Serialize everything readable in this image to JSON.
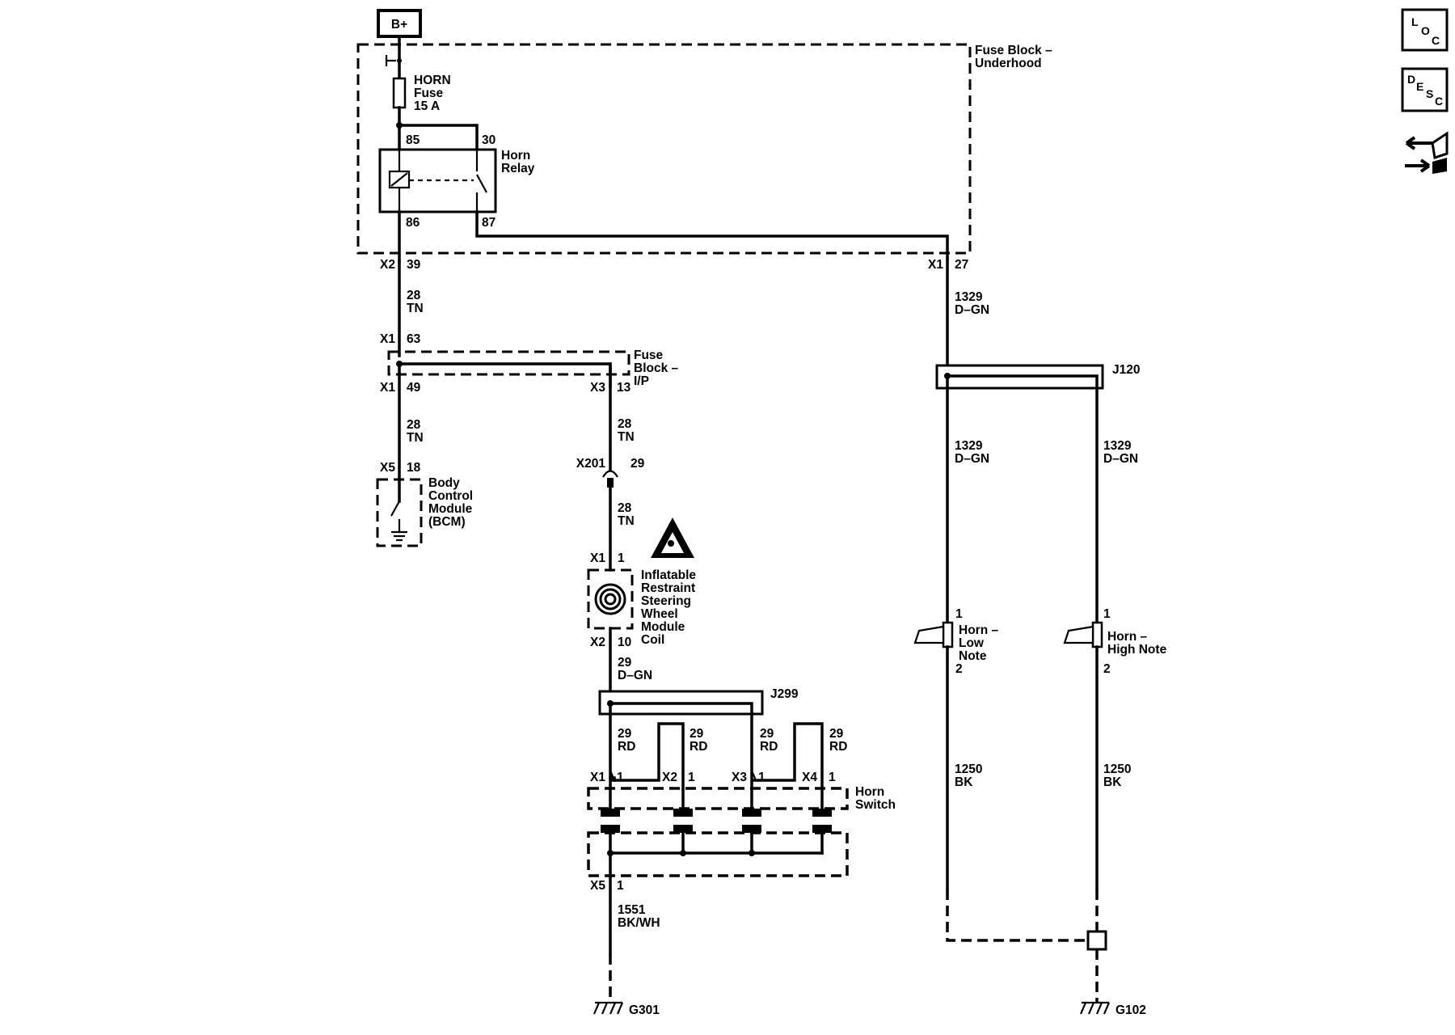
{
  "supply": {
    "label": "B+"
  },
  "fuse_block_underhood": {
    "line1": "Fuse Block –",
    "line2": "Underhood"
  },
  "horn_fuse": {
    "line1": "HORN",
    "line2": "Fuse",
    "line3": "15 A"
  },
  "horn_relay": {
    "line1": "Horn",
    "line2": "Relay",
    "pin85": "85",
    "pin30": "30",
    "pin86": "86",
    "pin87": "87"
  },
  "conn_x2_39": {
    "conn": "X2",
    "pin": "39"
  },
  "conn_x1_27": {
    "conn": "X1",
    "pin": "27"
  },
  "wire_28tn_a": {
    "circuit": "28",
    "color": "TN"
  },
  "wire_1329_a": {
    "circuit": "1329",
    "color": "D–GN"
  },
  "conn_x1_63": {
    "conn": "X1",
    "pin": "63"
  },
  "fuse_block_ip": {
    "line1": "Fuse",
    "line2": "Block –",
    "line3": "I/P"
  },
  "conn_x1_49": {
    "conn": "X1",
    "pin": "49"
  },
  "conn_x3_13": {
    "conn": "X3",
    "pin": "13"
  },
  "splice_j120": {
    "label": "J120"
  },
  "wire_28tn_b": {
    "circuit": "28",
    "color": "TN"
  },
  "wire_28tn_c": {
    "circuit": "28",
    "color": "TN"
  },
  "wire_1329_b": {
    "circuit": "1329",
    "color": "D–GN"
  },
  "wire_1329_c": {
    "circuit": "1329",
    "color": "D–GN"
  },
  "conn_x5_18": {
    "conn": "X5",
    "pin": "18"
  },
  "conn_x201_29": {
    "conn": "X201",
    "pin": "29"
  },
  "bcm": {
    "line1": "Body",
    "line2": "Control",
    "line3": "Module",
    "line4": "(BCM)"
  },
  "wire_28tn_d": {
    "circuit": "28",
    "color": "TN"
  },
  "conn_x1_1_coil": {
    "conn": "X1",
    "pin": "1"
  },
  "airbag_coil": {
    "line1": "Inflatable",
    "line2": "Restraint",
    "line3": "Steering",
    "line4": "Wheel",
    "line5": "Module",
    "line6": "Coil"
  },
  "conn_x2_10": {
    "conn": "X2",
    "pin": "10"
  },
  "wire_29dgn": {
    "circuit": "29",
    "color": "D–GN"
  },
  "splice_j299": {
    "label": "J299"
  },
  "horn_low": {
    "pin1": "1",
    "line1": "Horn –",
    "line2": "Low",
    "line3": "Note",
    "pin2": "2"
  },
  "horn_high": {
    "pin1": "1",
    "line1": "Horn –",
    "line2": "High Note",
    "pin2": "2"
  },
  "rd_wires": [
    {
      "circuit": "29",
      "color": "RD"
    },
    {
      "circuit": "29",
      "color": "RD"
    },
    {
      "circuit": "29",
      "color": "RD"
    },
    {
      "circuit": "29",
      "color": "RD"
    }
  ],
  "horn_switch_conns": [
    {
      "conn": "X1",
      "pin": "1"
    },
    {
      "conn": "X2",
      "pin": "1"
    },
    {
      "conn": "X3",
      "pin": "1"
    },
    {
      "conn": "X4",
      "pin": "1"
    }
  ],
  "horn_switch": {
    "line1": "Horn",
    "line2": "Switch"
  },
  "wire_1250_low": {
    "circuit": "1250",
    "color": "BK"
  },
  "wire_1250_high": {
    "circuit": "1250",
    "color": "BK"
  },
  "conn_x5_1": {
    "conn": "X5",
    "pin": "1"
  },
  "wire_1551": {
    "circuit": "1551",
    "color": "BK/WH"
  },
  "ground_g301": {
    "label": "G301"
  },
  "ground_g102": {
    "label": "G102"
  },
  "side_icons": {
    "loc": [
      "L",
      "O",
      "C"
    ],
    "desc": [
      "D",
      "E",
      "S",
      "C"
    ]
  }
}
